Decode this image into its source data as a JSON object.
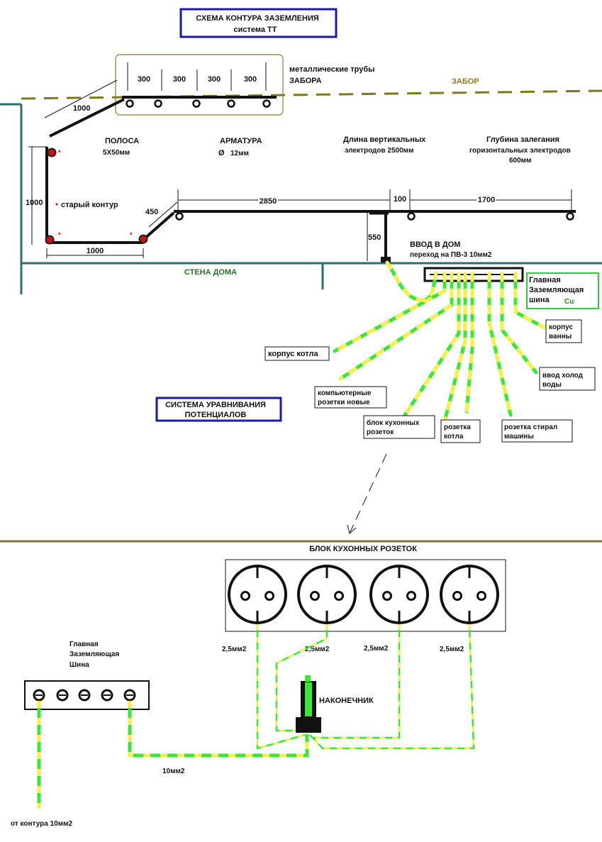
{
  "title": {
    "line1": "СХЕМА КОНТУРА ЗАЗЕМЛЕНИЯ",
    "line2": "система  ТТ"
  },
  "fence": {
    "pipes_label_1": "металлические трубы",
    "pipes_label_2": "ЗАБОРА",
    "fence_label": "ЗАБОР",
    "spacing": [
      "300",
      "300",
      "300",
      "300"
    ],
    "diagonal": "1000"
  },
  "strip": {
    "label": "ПОЛОСА",
    "size": "5Х50мм"
  },
  "rebar": {
    "label": "АРМАТУРА",
    "size": "12мм",
    "diameter_symbol": "Ø"
  },
  "vertical_electrodes": {
    "line1": "Длина вертикальных",
    "line2": "электродов 2500мм"
  },
  "depth": {
    "line1": "Глубина залегания",
    "line2": "горизонтальных электродов",
    "line3": "600мм"
  },
  "old_contour": {
    "label": "старый контур",
    "side_vertical": "1000",
    "side_bottom": "1000",
    "diagonal": "450",
    "star": "*"
  },
  "dimensions": {
    "run_1": "2850",
    "run_2": "100",
    "run_3": "1700",
    "drop": "550"
  },
  "house": {
    "entry_1": "ВВОД В ДОМ",
    "entry_2": "переход на ПВ-3  10мм2",
    "wall": "СТЕНА ДОМА"
  },
  "main_bus": {
    "line1": "Главная",
    "line2": "Заземляющая",
    "line3": "шина",
    "material": "Cu"
  },
  "equalization": {
    "title_1": "СИСТЕМА УРАВНИВАНИЯ",
    "title_2": "ПОТЕНЦИАЛОВ",
    "items": {
      "boiler_case": "корпус котла",
      "computer_1": "компьютерные",
      "computer_2": "розетки  новые",
      "kitchen_1": "блок кухонных",
      "kitchen_2": "розеток",
      "boiler_socket_1": "розетка",
      "boiler_socket_2": "котла",
      "washer_1": "розетка стирал",
      "washer_2": "машины",
      "cold_water_1": "ввод  холод",
      "cold_water_2": "воды",
      "bath_1": "корпус",
      "bath_2": "ванны"
    }
  },
  "kitchen_detail": {
    "title": "БЛОК КУХОННЫХ РОЗЕТОК",
    "bus_1": "Главная",
    "bus_2": "Заземляющая",
    "bus_3": "Шина",
    "wire_labels": [
      "2,5мм2",
      "2,5мм2",
      "2,5мм2",
      "2,5мм2"
    ],
    "lug": "НАКОНЕЧНИК",
    "main_wire": "10мм2",
    "from_contour": "от контура  10мм2"
  },
  "colors": {
    "pe_green": "#39e639",
    "pe_yellow": "#f2f24a",
    "wall": "#2a6e6e",
    "fence": "#7a7a1a",
    "title_border": "#1a1aa8",
    "bus_border": "#2ecc40",
    "electrode": "#111111"
  }
}
